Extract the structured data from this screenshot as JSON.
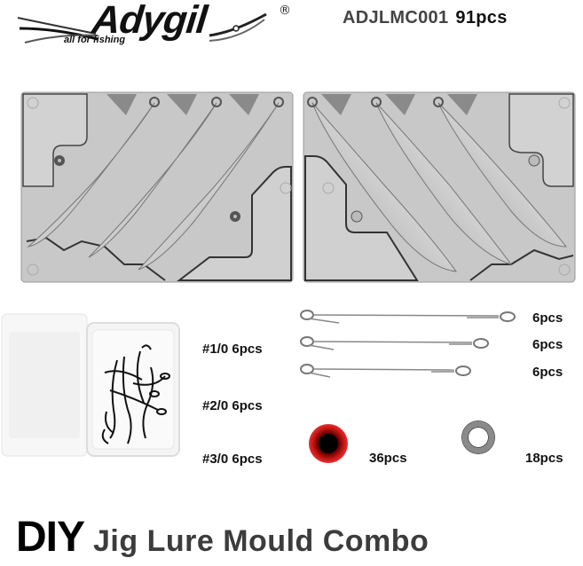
{
  "brand": {
    "name": "Adygil",
    "tagline": "all for fishing",
    "registered_mark": "®"
  },
  "product": {
    "sku": "ADJLMC001",
    "total_count": "91pcs",
    "title_prefix": "DIY",
    "title": "Jig Lure Mould Combo"
  },
  "mould": {
    "halves": 2,
    "cavities_per_half": 3,
    "color": "#c9c9c9"
  },
  "hooks": {
    "image": "assist-hooks-in-clear-box",
    "items": [
      {
        "size": "#1/0",
        "qty": "6pcs",
        "label": "#1/0 6pcs"
      },
      {
        "size": "#2/0",
        "qty": "6pcs",
        "label": "#2/0 6pcs"
      },
      {
        "size": "#3/0",
        "qty": "6pcs",
        "label": "#3/0 6pcs"
      }
    ]
  },
  "wires": {
    "image": "through-wire-icon",
    "items": [
      {
        "length": "long",
        "qty": "6pcs"
      },
      {
        "length": "medium",
        "qty": "6pcs"
      },
      {
        "length": "short",
        "qty": "6pcs"
      }
    ]
  },
  "eyes": {
    "image": "3d-red-eye-icon",
    "qty": "36pcs",
    "color": "#c41212"
  },
  "split_rings": {
    "image": "split-ring-icon",
    "qty": "18pcs"
  }
}
